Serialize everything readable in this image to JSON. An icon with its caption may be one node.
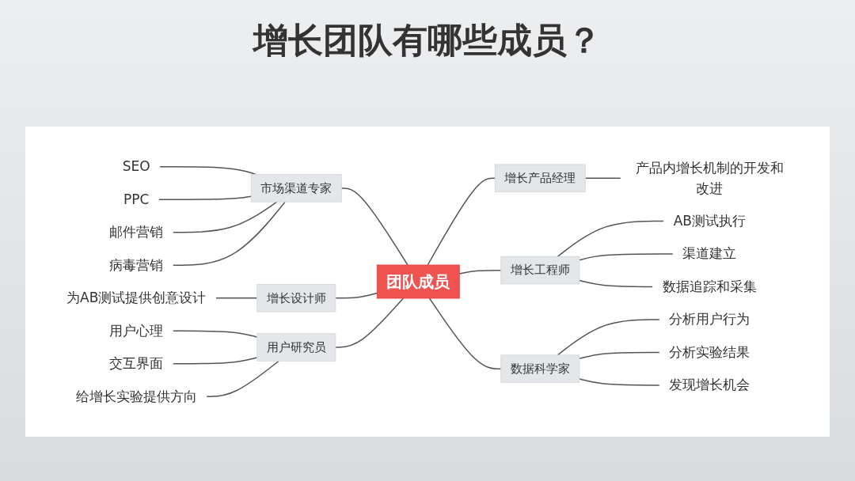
{
  "diagram": {
    "title": "增长团队有哪些成员？",
    "nodes": [
      {
        "text": [
          "团队成员"
        ]
      },
      {
        "text": [
          "市场渠道专家"
        ]
      },
      {
        "text": [
          "SEO"
        ]
      },
      {
        "text": [
          "PPC"
        ]
      },
      {
        "text": [
          "邮件营销"
        ]
      },
      {
        "text": [
          "病毒营销"
        ]
      },
      {
        "text": [
          "增长设计师"
        ]
      },
      {
        "text": [
          "为AB测试提供创意设计"
        ]
      },
      {
        "text": [
          "用户研究员"
        ]
      },
      {
        "text": [
          "用户心理"
        ]
      },
      {
        "text": [
          "交互界面"
        ]
      },
      {
        "text": [
          "给增长实验提供方向"
        ]
      },
      {
        "text": [
          "增长产品经理"
        ]
      },
      {
        "text": [
          "产品内增长机制的开发和改进"
        ]
      },
      {
        "text": [
          "增长工程师"
        ]
      },
      {
        "text": [
          "AB测试执行"
        ]
      },
      {
        "text": [
          "渠道建立"
        ]
      },
      {
        "text": [
          "数据追踪和采集"
        ]
      },
      {
        "text": [
          "数据科学家"
        ]
      },
      {
        "text": [
          "分析用户行为"
        ]
      },
      {
        "text": [
          "分析实验结果"
        ]
      },
      {
        "text": [
          "发现增长机会"
        ]
      }
    ],
    "edges": [
      {
        "from": 0,
        "to": 1,
        "arrow": "none"
      },
      {
        "from": 1,
        "to": 2,
        "arrow": "none"
      },
      {
        "from": 1,
        "to": 3,
        "arrow": "none"
      },
      {
        "from": 1,
        "to": 4,
        "arrow": "none"
      },
      {
        "from": 1,
        "to": 5,
        "arrow": "none"
      },
      {
        "from": 0,
        "to": 6,
        "arrow": "none"
      },
      {
        "from": 6,
        "to": 7,
        "arrow": "none"
      },
      {
        "from": 0,
        "to": 8,
        "arrow": "none"
      },
      {
        "from": 8,
        "to": 9,
        "arrow": "none"
      },
      {
        "from": 8,
        "to": 10,
        "arrow": "none"
      },
      {
        "from": 8,
        "to": 11,
        "arrow": "none"
      },
      {
        "from": 0,
        "to": 12,
        "arrow": "none"
      },
      {
        "from": 12,
        "to": 13,
        "arrow": "none"
      },
      {
        "from": 0,
        "to": 14,
        "arrow": "none"
      },
      {
        "from": 14,
        "to": 15,
        "arrow": "none"
      },
      {
        "from": 14,
        "to": 16,
        "arrow": "none"
      },
      {
        "from": 14,
        "to": 17,
        "arrow": "none"
      },
      {
        "from": 0,
        "to": 18,
        "arrow": "none"
      },
      {
        "from": 18,
        "to": 19,
        "arrow": "none"
      },
      {
        "from": 18,
        "to": 20,
        "arrow": "none"
      },
      {
        "from": 18,
        "to": 21,
        "arrow": "none"
      }
    ]
  }
}
